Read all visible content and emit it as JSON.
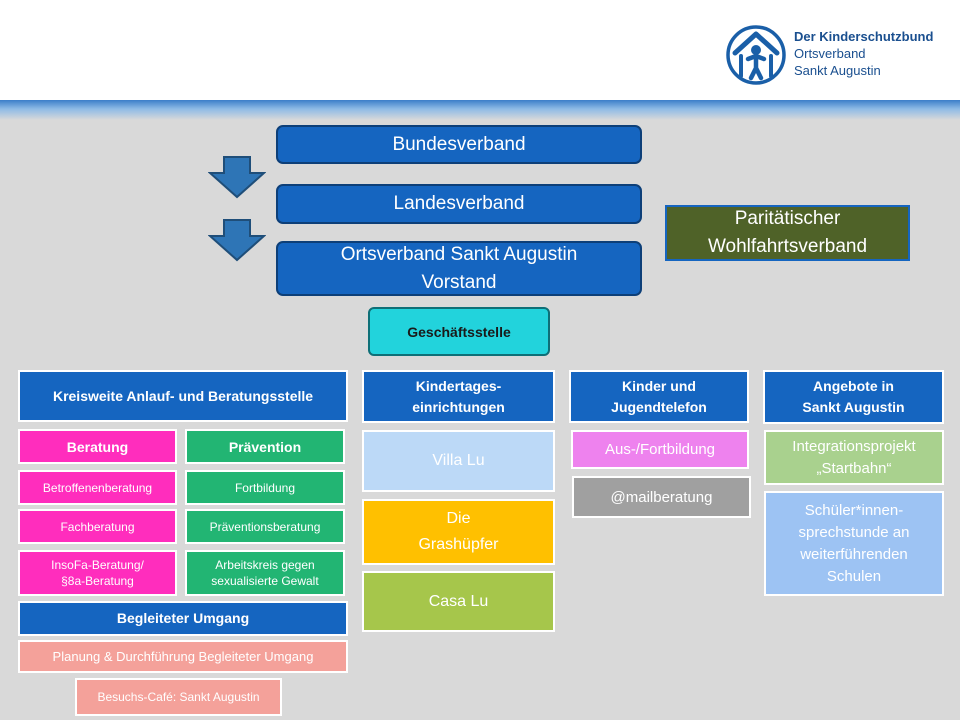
{
  "colors": {
    "primary_blue": "#1565c0",
    "pink": "#ff2dbd",
    "green": "#22b573",
    "salmon": "#f4a19a",
    "light_blue": "#bcd9f7",
    "yellow": "#ffc000",
    "olive": "#a6c64b",
    "violet": "#ee82ee",
    "grey": "#a0a0a0",
    "mint": "#a9d18e",
    "sky": "#9dc3f3",
    "dark_olive": "#4f6228",
    "cyan": "#22d3dc"
  },
  "logo": {
    "line1": "Der Kinderschutzbund",
    "line2": "Ortsverband",
    "line3": "Sankt Augustin"
  },
  "hierarchy": {
    "bundesverband": "Bundesverband",
    "landesverband": "Landesverband",
    "ortsverband_line1": "Ortsverband Sankt Augustin",
    "ortsverband_line2": "Vorstand",
    "paritaetisch_line1": "Paritätischer",
    "paritaetisch_line2": "Wohlfahrtsverband",
    "geschaeftsstelle": "Geschäftsstelle"
  },
  "col1": {
    "header": "Kreisweite Anlauf- und Beratungsstelle",
    "beratung": {
      "title": "Beratung",
      "items": [
        {
          "line1": "Betroffenenberatung"
        },
        {
          "line1": "Fachberatung"
        },
        {
          "line1": "InsoFa-Beratung/",
          "line2": "§8a-Beratung"
        }
      ]
    },
    "praevention": {
      "title": "Prävention",
      "items": [
        {
          "line1": "Fortbildung"
        },
        {
          "line1": "Präventionsberatung"
        },
        {
          "line1": "Arbeitskreis gegen",
          "line2": "sexualisierte Gewalt"
        }
      ]
    },
    "begleiteter_umgang": {
      "title": "Begleiteter Umgang",
      "item1": "Planung & Durchführung Begleiteter Umgang",
      "item2": "Besuchs-Café: Sankt Augustin"
    }
  },
  "col2": {
    "header_line1": "Kindertages-",
    "header_line2": "einrichtungen",
    "villa": "Villa Lu",
    "grashuepfer_line1": "Die",
    "grashuepfer_line2": "Grashüpfer",
    "casa": "Casa Lu"
  },
  "col3": {
    "header_line1": "Kinder und",
    "header_line2": "Jugendtelefon",
    "fortbildung": "Aus-/Fortbildung",
    "mailberatung": "@mailberatung"
  },
  "col4": {
    "header_line1": "Angebote in",
    "header_line2": "Sankt Augustin",
    "integration_line1": "Integrationsprojekt",
    "integration_line2": "„Startbahn“",
    "schueler_line1": "Schüler*innen-",
    "schueler_line2": "sprechstunde an",
    "schueler_line3": "weiterführenden",
    "schueler_line4": "Schulen"
  }
}
